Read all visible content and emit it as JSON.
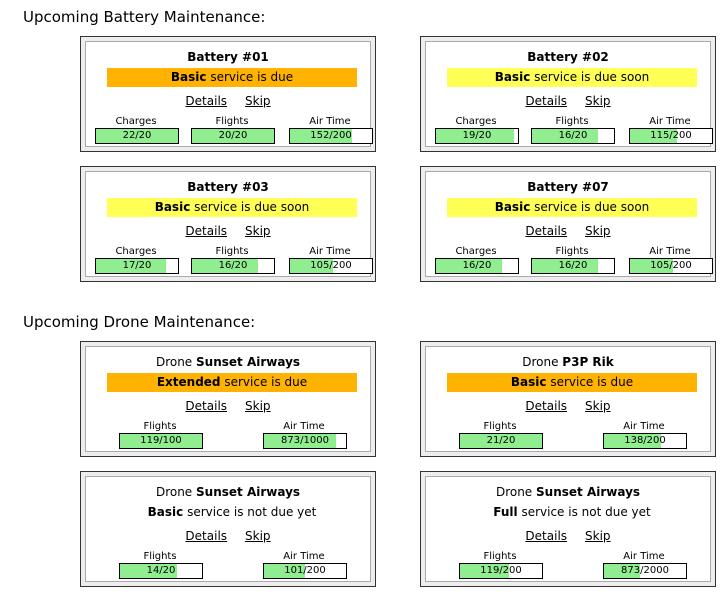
{
  "battery_section": {
    "title": "Upcoming Battery Maintenance:"
  },
  "drone_section": {
    "title": "Upcoming Drone Maintenance:"
  },
  "colors": {
    "due": "#ffb300",
    "due_soon": "#ffff55",
    "not_due": "#ffffff",
    "meter_fill": "#90ee90"
  },
  "links": {
    "details": "Details",
    "skip": "Skip"
  },
  "battery_cards": [
    {
      "prefix": "",
      "name": "Battery #01",
      "level": "Basic",
      "status_text": " service is due",
      "state": "due",
      "meters": [
        {
          "label": "Charges",
          "value": "22/20",
          "fill": 1.0
        },
        {
          "label": "Flights",
          "value": "20/20",
          "fill": 1.0
        },
        {
          "label": "Air Time",
          "value": "152/200",
          "fill": 0.76
        }
      ]
    },
    {
      "prefix": "",
      "name": "Battery #02",
      "level": "Basic",
      "status_text": " service is due soon",
      "state": "due_soon",
      "meters": [
        {
          "label": "Charges",
          "value": "19/20",
          "fill": 0.95
        },
        {
          "label": "Flights",
          "value": "16/20",
          "fill": 0.8
        },
        {
          "label": "Air Time",
          "value": "115/200",
          "fill": 0.575
        }
      ]
    },
    {
      "prefix": "",
      "name": "Battery #03",
      "level": "Basic",
      "status_text": " service is due soon",
      "state": "due_soon",
      "meters": [
        {
          "label": "Charges",
          "value": "17/20",
          "fill": 0.85
        },
        {
          "label": "Flights",
          "value": "16/20",
          "fill": 0.8
        },
        {
          "label": "Air Time",
          "value": "105/200",
          "fill": 0.525
        }
      ]
    },
    {
      "prefix": "",
      "name": "Battery #07",
      "level": "Basic",
      "status_text": " service is due soon",
      "state": "due_soon",
      "meters": [
        {
          "label": "Charges",
          "value": "16/20",
          "fill": 0.8
        },
        {
          "label": "Flights",
          "value": "16/20",
          "fill": 0.8
        },
        {
          "label": "Air Time",
          "value": "105/200",
          "fill": 0.525
        }
      ]
    }
  ],
  "drone_cards": [
    {
      "prefix": "Drone ",
      "name": "Sunset Airways",
      "level": "Extended",
      "status_text": " service is due",
      "state": "due",
      "meters": [
        {
          "label": "Flights",
          "value": "119/100",
          "fill": 1.0
        },
        {
          "label": "Air Time",
          "value": "873/1000",
          "fill": 0.873
        }
      ]
    },
    {
      "prefix": "Drone ",
      "name": "P3P Rik",
      "level": "Basic",
      "status_text": " service is due",
      "state": "due",
      "meters": [
        {
          "label": "Flights",
          "value": "21/20",
          "fill": 1.0
        },
        {
          "label": "Air Time",
          "value": "138/200",
          "fill": 0.69
        }
      ]
    },
    {
      "prefix": "Drone ",
      "name": "Sunset Airways",
      "level": "Basic",
      "status_text": " service is not due yet",
      "state": "not_due",
      "meters": [
        {
          "label": "Flights",
          "value": "14/20",
          "fill": 0.7
        },
        {
          "label": "Air Time",
          "value": "101/200",
          "fill": 0.505
        }
      ]
    },
    {
      "prefix": "Drone ",
      "name": "Sunset Airways",
      "level": "Full",
      "status_text": " service is not due yet",
      "state": "not_due",
      "meters": [
        {
          "label": "Flights",
          "value": "119/200",
          "fill": 0.595
        },
        {
          "label": "Air Time",
          "value": "873/2000",
          "fill": 0.4365
        }
      ]
    }
  ]
}
